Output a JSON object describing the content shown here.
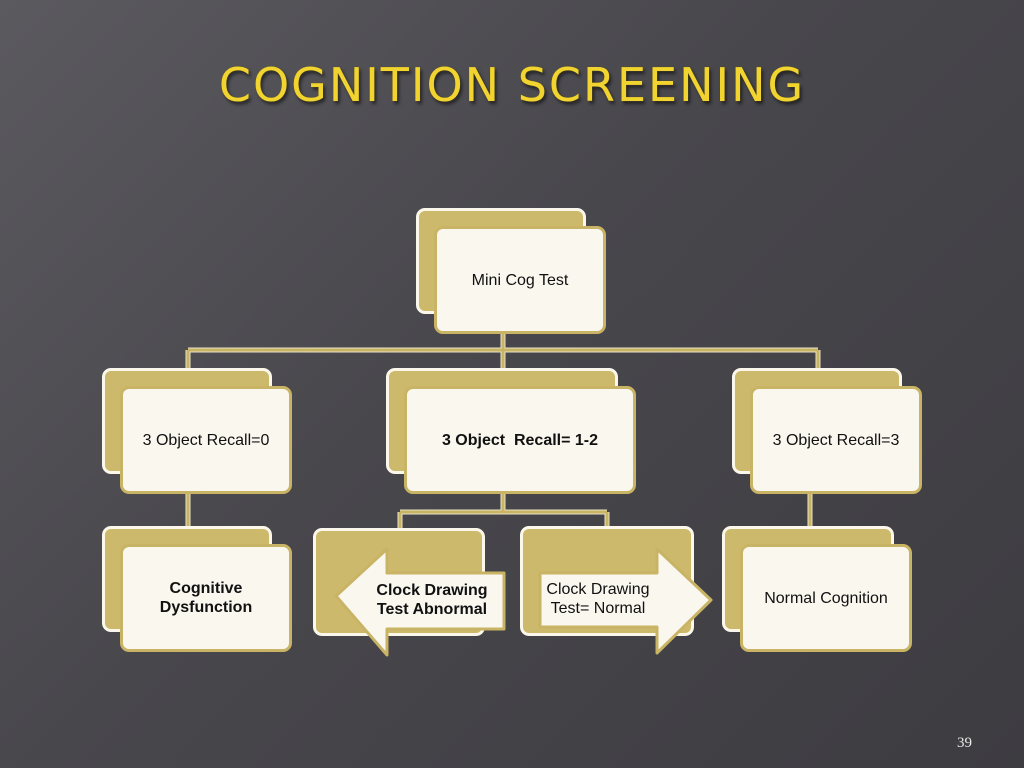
{
  "slide": {
    "title": "COGNITION SCREENING",
    "page_number": "39"
  },
  "nodes": {
    "root": "Mini Cog Test",
    "recall_0": "3 Object Recall=0",
    "recall_1_2": "3 Object  Recall= 1-2",
    "recall_3": "3 Object Recall=3",
    "cognitive_dysfunction": "Cognitive Dysfunction",
    "clock_abnormal": "Clock Drawing Test Abnormal",
    "clock_normal": "Clock Drawing Test= Normal",
    "normal_cognition": "Normal Cognition"
  },
  "colors": {
    "background": "#4a494e",
    "title": "#f2d430",
    "box_back": "#cdb96c",
    "box_front": "#faf7ef",
    "connector": "#c8b464"
  }
}
